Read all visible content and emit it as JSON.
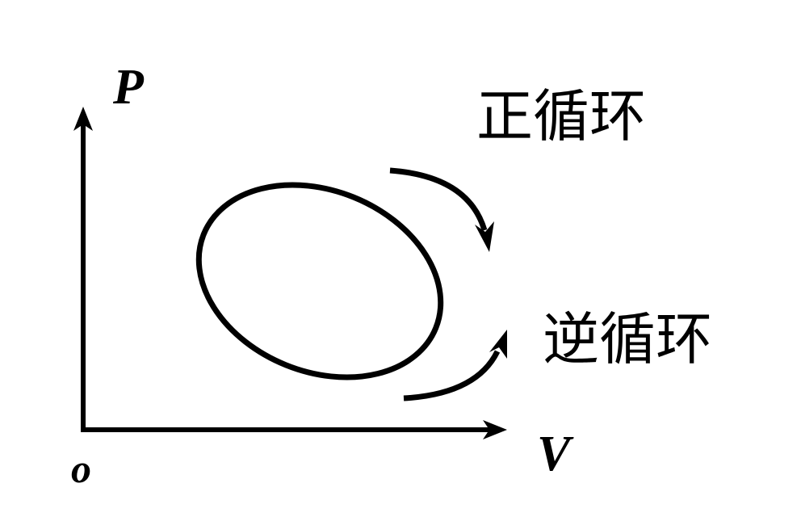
{
  "axes": {
    "y_label": "P",
    "x_label": "V",
    "origin_label": "o"
  },
  "labels": {
    "forward_cycle": "正循环",
    "reverse_cycle": "逆循环"
  },
  "colors": {
    "stroke": "#000000",
    "background": "#ffffff"
  }
}
